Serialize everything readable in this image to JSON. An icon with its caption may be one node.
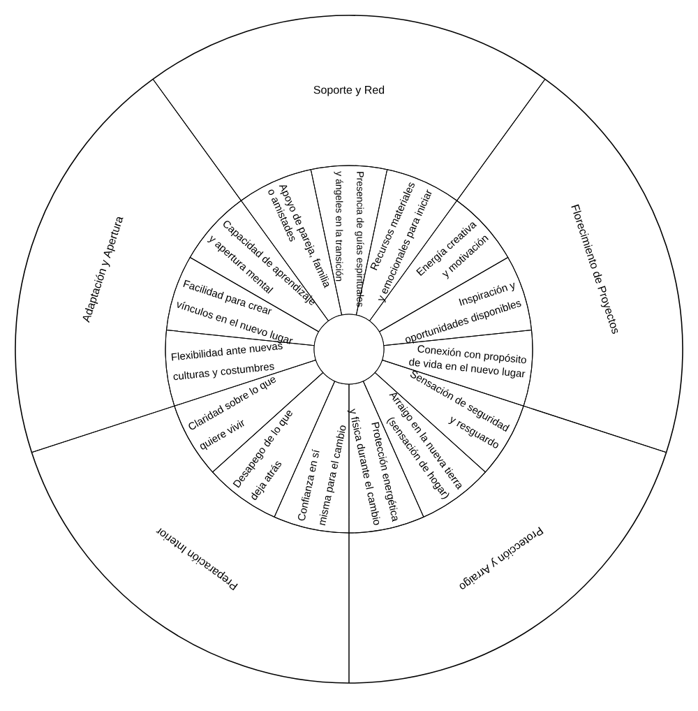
{
  "diagram": {
    "nodes": [
      {
        "text": [
          "Soporte y Red"
        ]
      },
      {
        "text": [
          "Florecimiento de Proyectos"
        ]
      },
      {
        "text": [
          "Protección y Arraigo"
        ]
      },
      {
        "text": [
          "Preparación Interior"
        ]
      },
      {
        "text": [
          "Adaptación y Apertura"
        ]
      },
      {
        "text": [
          "Apoyo de pareja, familia o amistades"
        ]
      },
      {
        "text": [
          "Presencia de guías espirituales y ángeles en la transición"
        ]
      },
      {
        "text": [
          "Recursos materiales y emocionales para iniciar"
        ]
      },
      {
        "text": [
          "Energía creativa y motivación"
        ]
      },
      {
        "text": [
          "Inspiración y oportunidades disponibles"
        ]
      },
      {
        "text": [
          "Conexión con propósito de vida en el nuevo lugar"
        ]
      },
      {
        "text": [
          "Sensación de seguridad y resguardo"
        ]
      },
      {
        "text": [
          "Arraigo en la nueva tierra (sensación de hogar)"
        ]
      },
      {
        "text": [
          "Protección energética y física durante el cambio"
        ]
      },
      {
        "text": [
          "Confianza en sí misma para el cambio"
        ]
      },
      {
        "text": [
          "Desapego de lo que deja atrás"
        ]
      },
      {
        "text": [
          "Claridad sobre lo que quiere vivir"
        ]
      },
      {
        "text": [
          "Flexibilidad ante nuevas culturas y costumbres"
        ]
      },
      {
        "text": [
          "Facilidad para crear vínculos en el nuevo lugar"
        ]
      },
      {
        "text": [
          "Capacidad de aprendizaje y apertura mental"
        ]
      },
      {
        "text": [],
        "shape": "circle"
      }
    ]
  }
}
